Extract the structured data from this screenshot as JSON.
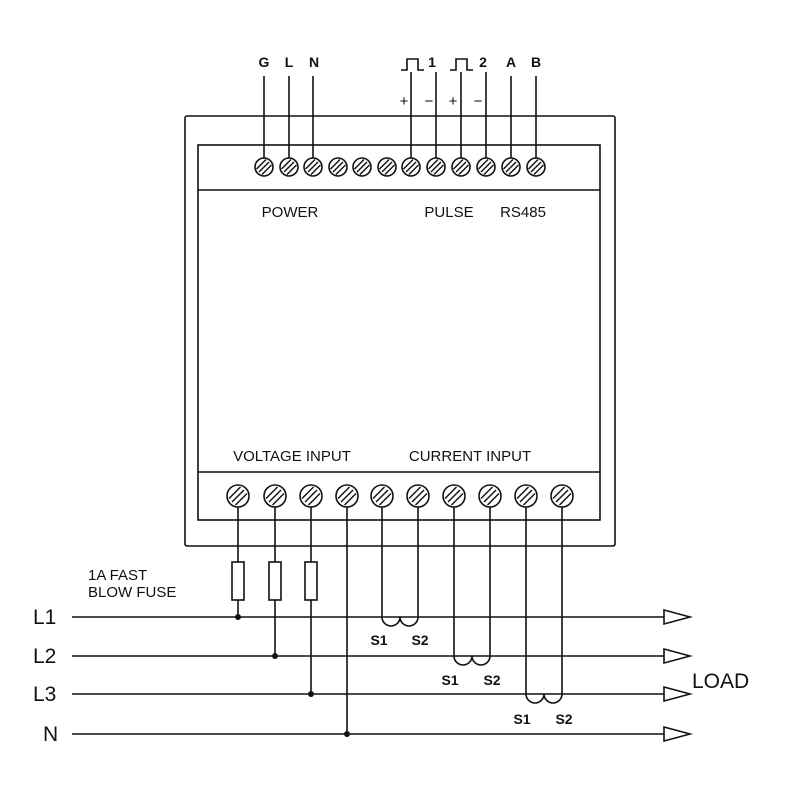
{
  "top_terminals": {
    "g": "G",
    "l": "L",
    "n": "N",
    "pulse1": "1",
    "pulse2": "2",
    "a": "A",
    "b": "B",
    "plus": "+",
    "minus": "−"
  },
  "sections": {
    "power": "POWER",
    "pulse": "PULSE",
    "rs485": "RS485",
    "voltage_input": "VOLTAGE INPUT",
    "current_input": "CURRENT INPUT"
  },
  "fuse_note": {
    "line1": "1A FAST",
    "line2": "BLOW FUSE"
  },
  "lines": {
    "l1": "L1",
    "l2": "L2",
    "l3": "L3",
    "n": "N"
  },
  "load": "LOAD",
  "ct": {
    "s1": "S1",
    "s2": "S2"
  },
  "colors": {
    "ink": "#111111",
    "background": "#ffffff"
  }
}
